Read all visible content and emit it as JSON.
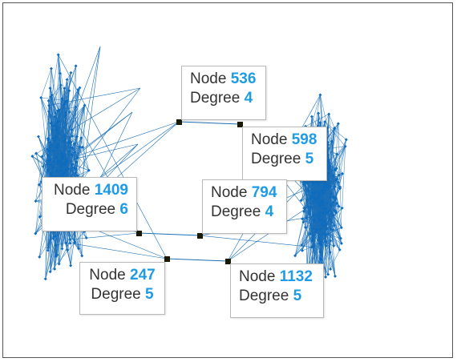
{
  "colors": {
    "edge": "#1a6fb8",
    "node": "#0d6cbf",
    "highlight_node": "#1a1a00",
    "label_number": "#1e9be6",
    "label_text": "#333333"
  },
  "nodes": [
    {
      "key": "n536",
      "node_label": "Node",
      "id": "536",
      "degree_label": "Degree",
      "degree": "4"
    },
    {
      "key": "n598",
      "node_label": "Node",
      "id": "598",
      "degree_label": "Degree",
      "degree": "5"
    },
    {
      "key": "n1409",
      "node_label": "Node",
      "id": "1409",
      "degree_label": "Degree",
      "degree": "6"
    },
    {
      "key": "n794",
      "node_label": "Node",
      "id": "794",
      "degree_label": "Degree",
      "degree": "4"
    },
    {
      "key": "n247",
      "node_label": "Node",
      "id": "247",
      "degree_label": "Degree",
      "degree": "5"
    },
    {
      "key": "n1132",
      "node_label": "Node",
      "id": "1132",
      "degree_label": "Degree",
      "degree": "5"
    }
  ]
}
